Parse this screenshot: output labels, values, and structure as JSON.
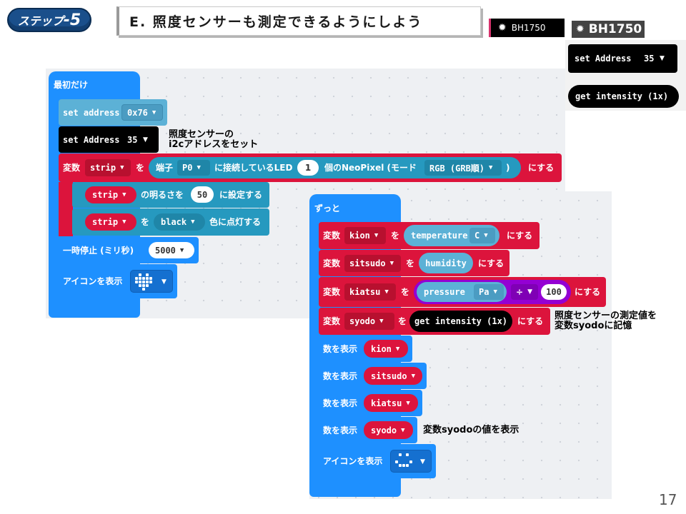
{
  "header": {
    "step_label": "ステップ",
    "step_number": "-5",
    "title": "E. 照度センサーも測定できるようにしよう",
    "ext_tab_small": "BH1750",
    "ext_tab_large": "BH1750",
    "page_number": "17"
  },
  "palette": {
    "set_address": "set Address",
    "set_address_value": "35",
    "get_intensity": "get intensity (1x)"
  },
  "start_block": {
    "hat_label": "最初だけ",
    "set_address_label": "set address",
    "set_address_value": "0x76",
    "bh_set_address_label": "set Address",
    "bh_set_address_value": "35",
    "var_label": "変数",
    "var_name": "strip",
    "wo": "を",
    "pin_prefix": "端子",
    "pin_value": "P0",
    "neopixel_mid": "に接続しているLED",
    "led_count": "1",
    "neopixel_mode": "個のNeoPixel (モード",
    "mode_value": "RGB (GRB順)",
    "close_paren": ")",
    "ni_suru": "にする",
    "brightness_var": "strip",
    "brightness_label": "の明るさを",
    "brightness_value": "50",
    "brightness_suffix": "に設定する",
    "color_var": "strip",
    "color_wo": "を",
    "color_value": "black",
    "color_suffix": "色に点灯する",
    "pause_label": "一時停止 (ミリ秒)",
    "pause_value": "5000",
    "icon_label": "アイコンを表示"
  },
  "forever_block": {
    "hat_label": "ずっと",
    "var_label": "変数",
    "wo": "を",
    "ni_suru": "にする",
    "kion_var": "kion",
    "temperature_label": "temperature",
    "temperature_unit": "C",
    "sitsudo_var": "sitsudo",
    "humidity_label": "humidity",
    "kiatsu_var": "kiatsu",
    "pressure_label": "pressure",
    "pressure_unit": "Pa",
    "divide_op": "÷",
    "divide_value": "100",
    "syodo_var": "syodo",
    "intensity_label": "get intensity (1x)",
    "show_number_label": "数を表示",
    "show_kion": "kion",
    "show_sitsudo": "sitsudo",
    "show_kiatsu": "kiatsu",
    "show_syodo": "syodo",
    "icon_label": "アイコンを表示"
  },
  "notes": {
    "i2c_line1": "照度センサーの",
    "i2c_line2": "i2cアドレスをセット",
    "syodo_line1": "照度センサーの測定値を",
    "syodo_line2": "変数syodoに記憶",
    "display_syodo": "変数syodoの値を表示"
  },
  "colors": {
    "events_blue": "#1e90ff",
    "sensor_light_blue": "#5cb1d6",
    "bh1750_black": "#000000",
    "variables_red": "#dc143c",
    "neopixel_teal": "#2699bf",
    "math_purple": "#9400d3",
    "title_text": "#1a1a1a"
  }
}
